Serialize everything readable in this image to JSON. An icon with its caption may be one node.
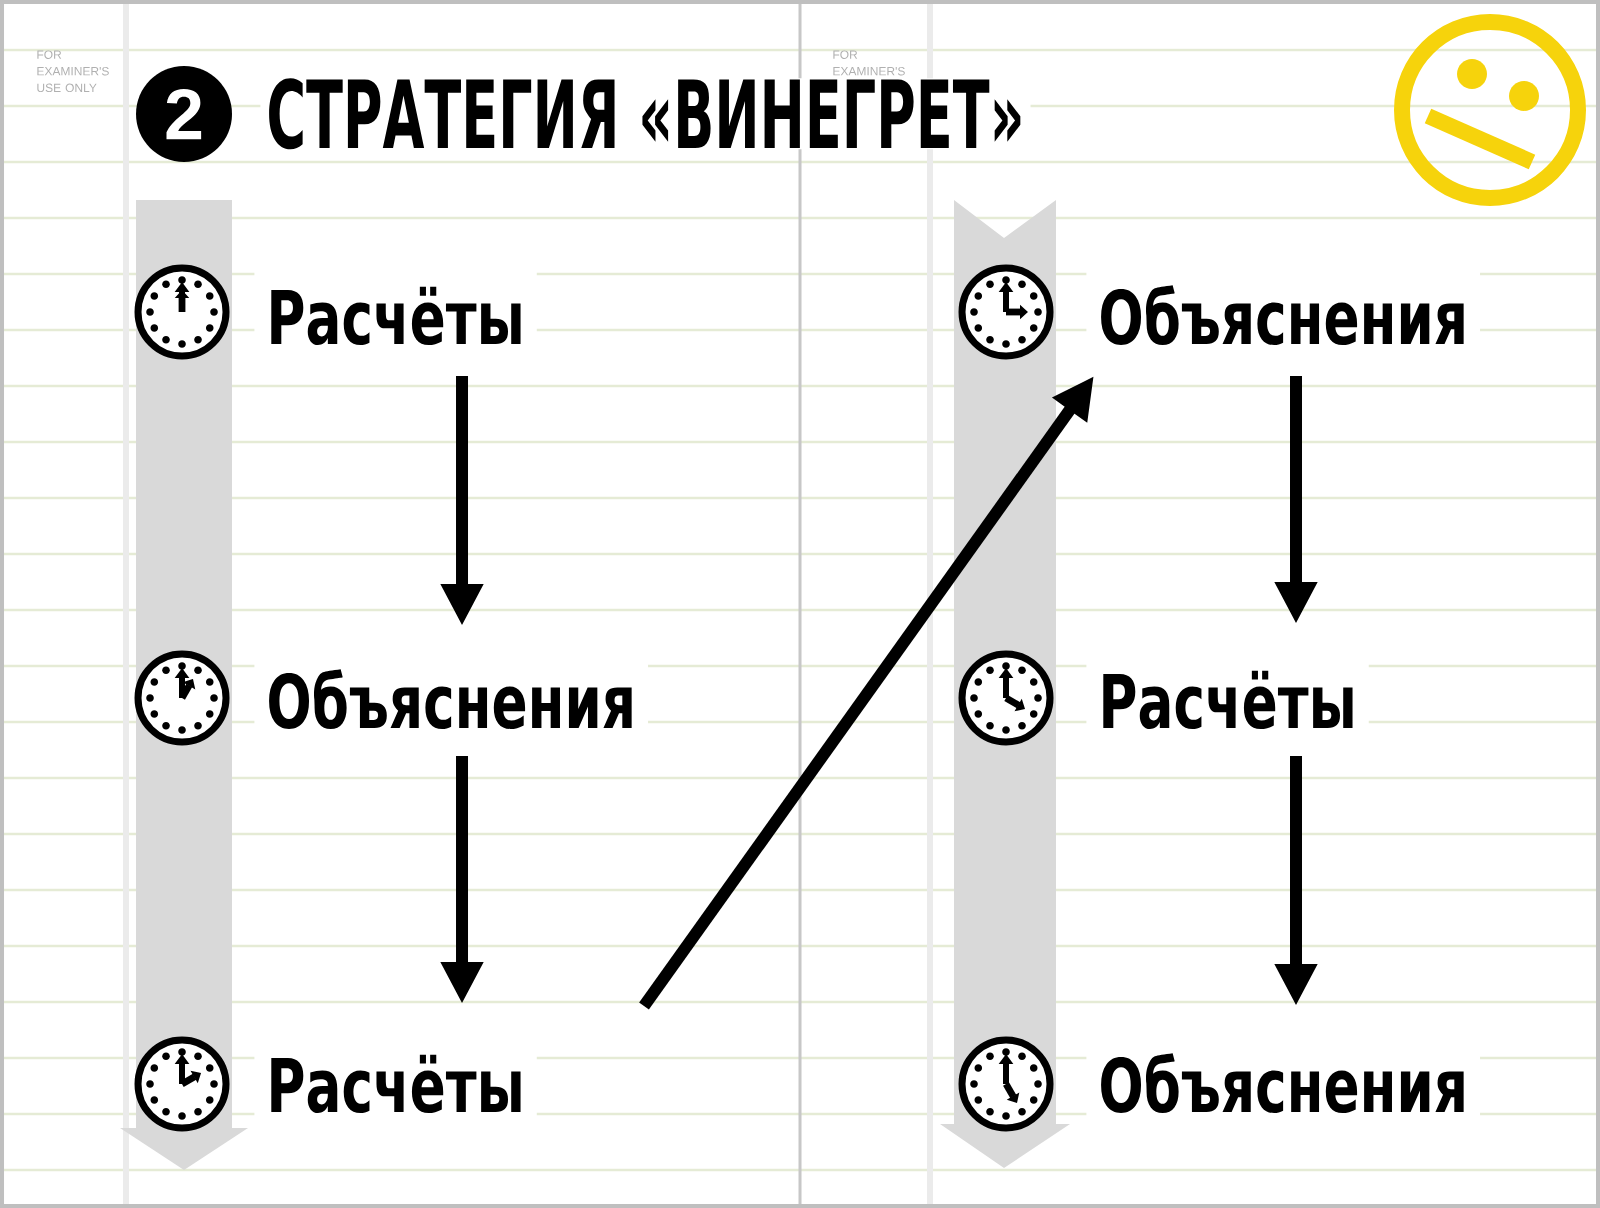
{
  "diagram": {
    "title": "СТРАТЕГИЯ «ВИНЕГРЕТ»",
    "nodes": [
      {
        "text": [
          "Расчёты"
        ]
      },
      {
        "text": [
          "Объяснения"
        ]
      },
      {
        "text": [
          "Расчёты"
        ]
      },
      {
        "text": [
          "Объяснения"
        ]
      },
      {
        "text": [
          "Расчёты"
        ]
      },
      {
        "text": [
          "Объяснения"
        ]
      }
    ],
    "edges": [
      {
        "from": 0,
        "to": 1,
        "arrow": "to"
      },
      {
        "from": 1,
        "to": 2,
        "arrow": "to"
      },
      {
        "from": 2,
        "to": 3,
        "arrow": "to"
      },
      {
        "from": 3,
        "to": 4,
        "arrow": "to"
      },
      {
        "from": 4,
        "to": 5,
        "arrow": "to"
      }
    ],
    "labels": [
      "FOR EXAMINER'S USE ONLY",
      "FOR EXAMINER'S",
      "2"
    ]
  }
}
